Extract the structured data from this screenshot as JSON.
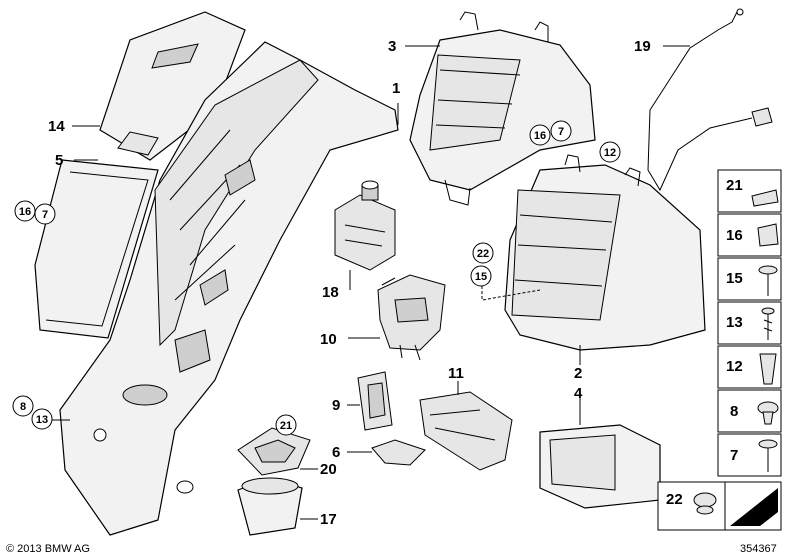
{
  "callouts": {
    "c1": "1",
    "c2": "2",
    "c3": "3",
    "c4": "4",
    "c5": "5",
    "c6": "6",
    "c9": "9",
    "c10": "10",
    "c11": "11",
    "c14": "14",
    "c17": "17",
    "c18": "18",
    "c19": "19",
    "c20": "20"
  },
  "circled": {
    "c16a": "16",
    "c7a": "7",
    "c16b": "16",
    "c7b": "7",
    "c12": "12",
    "c22": "22",
    "c15": "15",
    "c8": "8",
    "c13": "13",
    "c21": "21"
  },
  "legend": [
    "21",
    "16",
    "15",
    "13",
    "12",
    "8",
    "7",
    "22"
  ],
  "footer": {
    "copyright": "© 2013 BMW AG",
    "diagram_number": "354367"
  }
}
